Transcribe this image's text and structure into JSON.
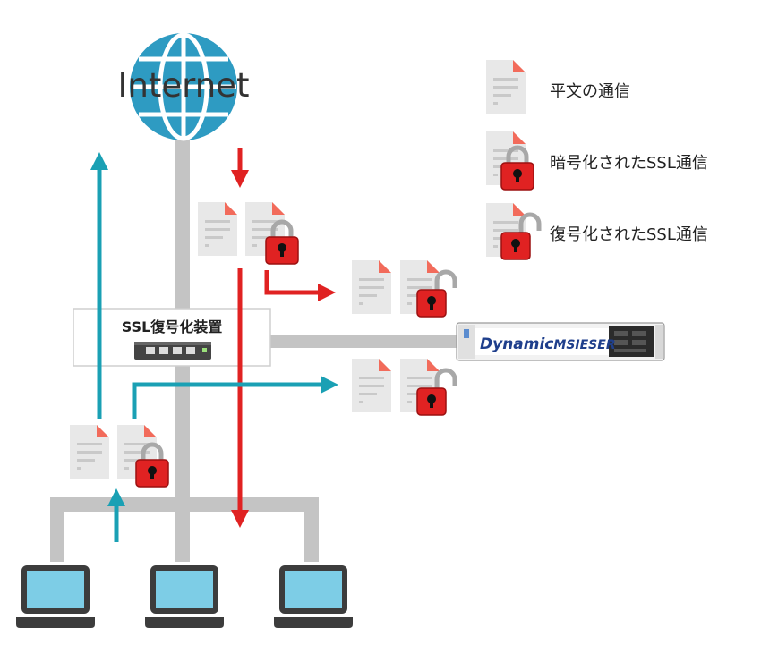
{
  "network": {
    "internet_label": "Internet",
    "decryptor_title": "SSL復号化装置",
    "appliance_brand_prefix": "Dynamic",
    "appliance_brand_suffix": "MSIESER"
  },
  "legend": [
    {
      "icon": "plain-document-icon",
      "label": "平文の通信"
    },
    {
      "icon": "locked-document-icon",
      "label": "暗号化されたSSL通信"
    },
    {
      "icon": "unlocked-document-icon",
      "label": "復号化されたSSL通信"
    }
  ],
  "colors": {
    "network_line": "#c4c4c4",
    "encrypted_flow": "#e02222",
    "plain_flow": "#1aa0b4",
    "globe": "#2e9bc2",
    "lock": "#e02222",
    "laptop_screen": "#7dcde6",
    "laptop_body": "#3c3c3c"
  }
}
